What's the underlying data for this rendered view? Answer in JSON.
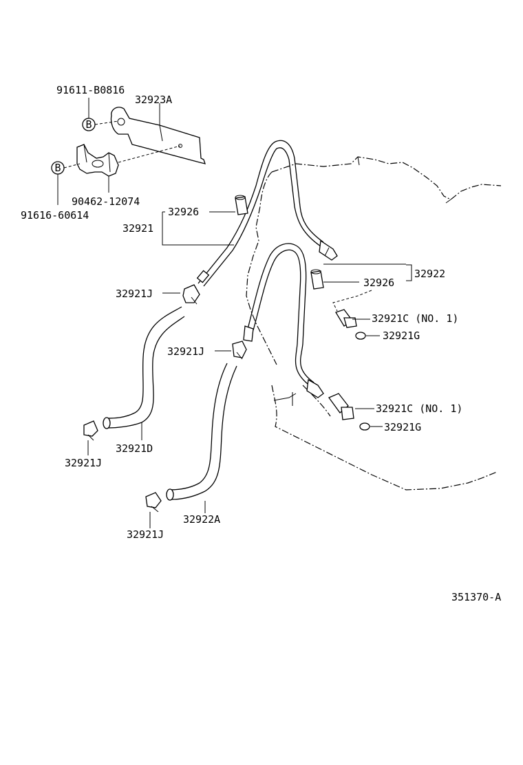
{
  "labels": {
    "p91611": "91611-B0816",
    "p32923A": "32923A",
    "p90462": "90462-12074",
    "p91616": "91616-60614",
    "bolt_b_top": "B",
    "bolt_b_bottom": "B",
    "p32926_top": "32926",
    "p32921": "32921",
    "p32921J_1": "32921J",
    "p32922": "32922",
    "p32926_right": "32926",
    "p32921C_1": "32921C (NO. 1)",
    "p32921G_1": "32921G",
    "p32921J_2": "32921J",
    "p32921C_2": "32921C (NO. 1)",
    "p32921G_2": "32921G",
    "p32921D": "32921D",
    "p32921J_3": "32921J",
    "p32922A": "32922A",
    "p32921J_4": "32921J",
    "diagram_id": "351370-A"
  }
}
